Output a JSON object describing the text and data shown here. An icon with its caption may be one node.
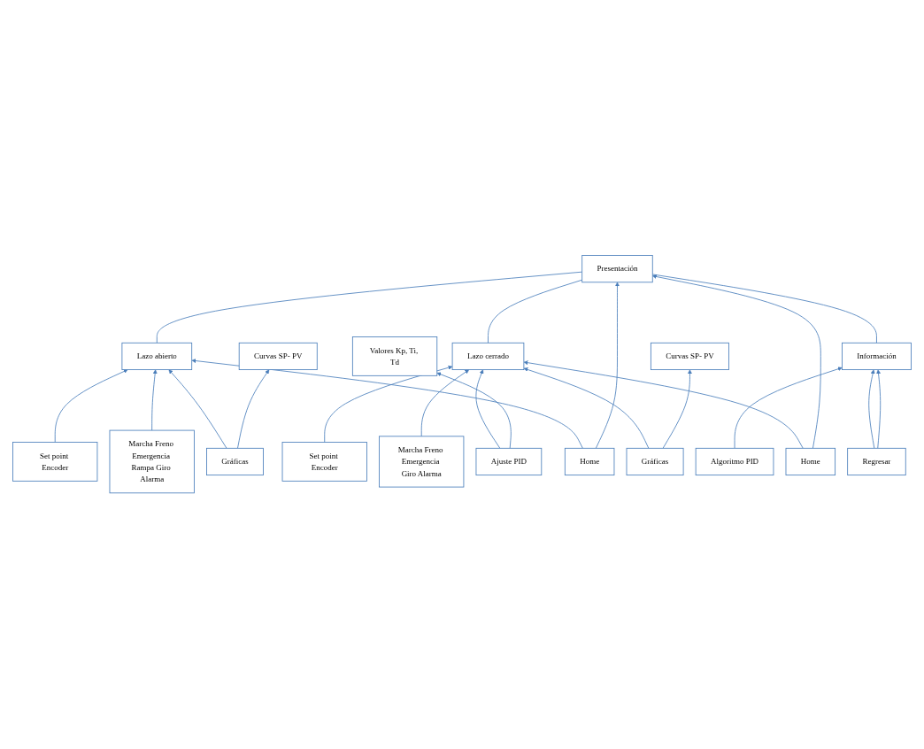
{
  "diagram": {
    "nodes": [
      {
        "text": [
          "Presentación"
        ]
      },
      {
        "text": [
          "Lazo abierto"
        ]
      },
      {
        "text": [
          "Set point Encoder"
        ]
      },
      {
        "text": [
          "Marcha Freno Emergencia Rampa Giro Alarma"
        ]
      },
      {
        "text": [
          "Gráficas"
        ]
      },
      {
        "text": [
          "Curvas SP- PV"
        ]
      },
      {
        "text": [
          "Home"
        ]
      },
      {
        "text": [
          "Lazo cerrado"
        ]
      },
      {
        "text": [
          "Set point Encoder"
        ]
      },
      {
        "text": [
          "Marcha Freno Emergencia Giro Alarma"
        ]
      },
      {
        "text": [
          "Ajuste PID"
        ]
      },
      {
        "text": [
          "Valores Kp, Ti, Td"
        ]
      },
      {
        "text": [
          "Gráficas"
        ]
      },
      {
        "text": [
          "Curvas SP- PV"
        ]
      },
      {
        "text": [
          "Home"
        ]
      },
      {
        "text": [
          "Información"
        ]
      },
      {
        "text": [
          "Algoritmo PID"
        ]
      },
      {
        "text": [
          "Regresar"
        ]
      }
    ],
    "edges": [
      {
        "from": 0,
        "to": 1,
        "arrow": "none"
      },
      {
        "from": 0,
        "to": 7,
        "arrow": "none"
      },
      {
        "from": 0,
        "to": 15,
        "arrow": "none"
      },
      {
        "from": 2,
        "to": 1,
        "arrow": "to"
      },
      {
        "from": 3,
        "to": 1,
        "arrow": "to"
      },
      {
        "from": 4,
        "to": 1,
        "arrow": "to"
      },
      {
        "from": 6,
        "to": 1,
        "arrow": "to"
      },
      {
        "from": 4,
        "to": 5,
        "arrow": "to"
      },
      {
        "from": 6,
        "to": 0,
        "arrow": "to"
      },
      {
        "from": 8,
        "to": 7,
        "arrow": "to"
      },
      {
        "from": 9,
        "to": 7,
        "arrow": "to"
      },
      {
        "from": 10,
        "to": 7,
        "arrow": "to"
      },
      {
        "from": 12,
        "to": 7,
        "arrow": "to"
      },
      {
        "from": 14,
        "to": 7,
        "arrow": "to"
      },
      {
        "from": 10,
        "to": 11,
        "arrow": "to"
      },
      {
        "from": 12,
        "to": 13,
        "arrow": "to"
      },
      {
        "from": 14,
        "to": 0,
        "arrow": "to"
      },
      {
        "from": 16,
        "to": 15,
        "arrow": "to"
      },
      {
        "from": 17,
        "to": 15,
        "arrow": "to"
      },
      {
        "from": 17,
        "to": 15,
        "arrow": "to"
      }
    ]
  }
}
